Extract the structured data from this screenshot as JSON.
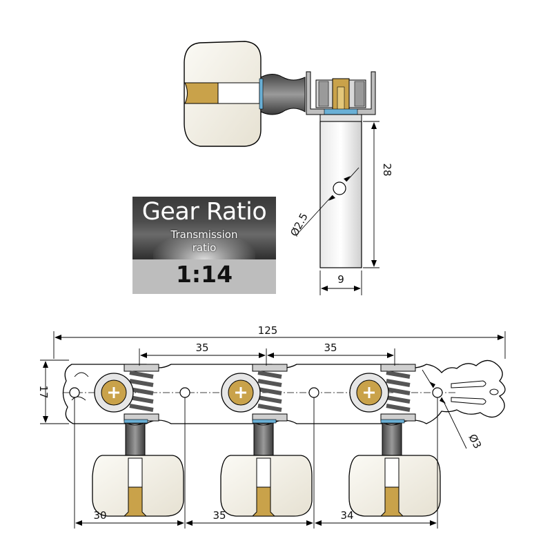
{
  "gear_ratio": {
    "title": "Gear Ratio",
    "subtitle_line1": "Transmission",
    "subtitle_line2": "ratio",
    "value": "1:14"
  },
  "dimensions": {
    "post_length": "28",
    "post_width": "9",
    "post_hole": "Ø2.5",
    "overall_length": "125",
    "spacing_left": "35",
    "spacing_right": "35",
    "plate_height": "17",
    "mount_hole": "Ø3",
    "bottom_left": "30",
    "bottom_middle": "35",
    "bottom_right": "34"
  },
  "colors": {
    "brass": "#c9a24a",
    "knob": "#f2efe6",
    "metal": "#cfcfcf",
    "spring": "#8a8a8a",
    "accent_blue": "#6ab0d6"
  }
}
